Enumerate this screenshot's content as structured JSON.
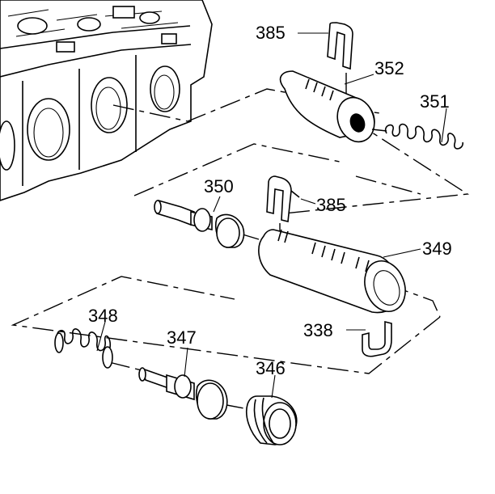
{
  "callouts": {
    "c385_top": "385",
    "c352": "352",
    "c351": "351",
    "c350": "350",
    "c385_mid": "385",
    "c349": "349",
    "c338": "338",
    "c348": "348",
    "c347": "347",
    "c346": "346"
  }
}
